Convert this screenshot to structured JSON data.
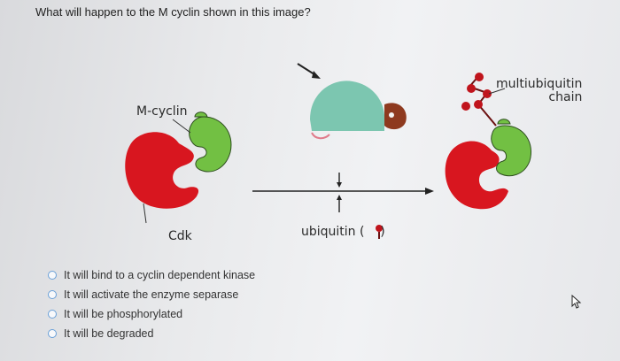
{
  "question": "What will happen to the M cyclin shown in this image?",
  "figure": {
    "label_m_cyclin": "M-cyclin",
    "label_cdk": "Cdk",
    "label_ubiquitin_prefix": "ubiquitin (",
    "label_ubiquitin_suffix": ")",
    "label_multiubiquitin_line1": "multiubiquitin",
    "label_multiubiquitin_line2": "chain",
    "colors": {
      "cdk_red": "#d8161f",
      "cyclin_green": "#72c043",
      "protein_teal": "#7cc6b0",
      "protein_brown": "#8e3a1f",
      "ubiquitin_red": "#c0141c"
    }
  },
  "options": [
    {
      "label": "It will bind to a cyclin dependent kinase"
    },
    {
      "label": "It will activate the enzyme separase"
    },
    {
      "label": "It will be phosphorylated"
    },
    {
      "label": "It will be degraded"
    }
  ]
}
